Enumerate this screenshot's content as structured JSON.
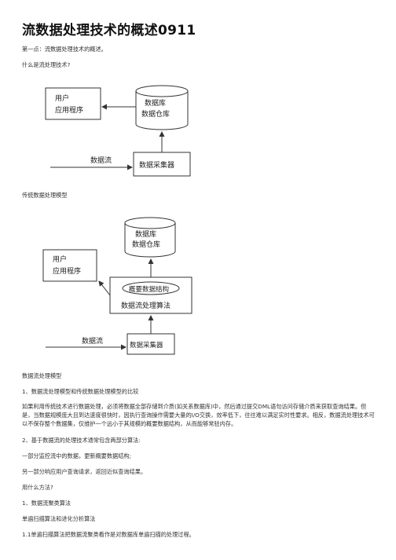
{
  "title": "流数据处理技术的概述0911",
  "line1": "第一点：流数据处理技术的概述。",
  "line2": "什么是流处理技术?",
  "diagram1": {
    "user_line1": "用户",
    "user_line2": "应用程序",
    "db_line1": "数据库",
    "db_line2": "数据仓库",
    "stream": "数据流",
    "collector": "数据采集器"
  },
  "caption1": "传统数据处理模型",
  "diagram2": {
    "db_line1": "数据库",
    "db_line2": "数据仓库",
    "user_line1": "用户",
    "user_line2": "应用程序",
    "summary": "概要数据结构",
    "algo": "数据流处理算法",
    "stream": "数据流",
    "collector": "数据采集器"
  },
  "caption2": "数据流处理模型",
  "item1": "1、数据流处理模型和传统数据处理模型的比较",
  "para1": "如果利用传统技术进行数据处理，必须将数据全部存储到介质(如关系数据库)中，然后通过提交DML语句访问存储介质来获取查询结果。但是，当数据规模庞大且到达速度很快时，因执行查询操作需要大量的I/O交换，效率低下，往往难以满足实时性要求。相反，数据流处理技术可以不保存整个数据集，仅维护一个远小于其规模的概要数据结构，从而能够常驻内存。",
  "item2": "2、基于数据流的处理技术通常包含两部分算法:",
  "line3": "一部分监控流中的数据，更新概要数据结构;",
  "line4": "另一部分响应用户查询请求，返回近似查询结果。",
  "line5": "用什么方法?",
  "line6": "1、数据流聚类算法",
  "line7": "单遍扫描算法和进化分析算法",
  "line8": "1.1单遍扫描算法把数据流聚类看作是对数据库单遍扫描的处理过程。"
}
